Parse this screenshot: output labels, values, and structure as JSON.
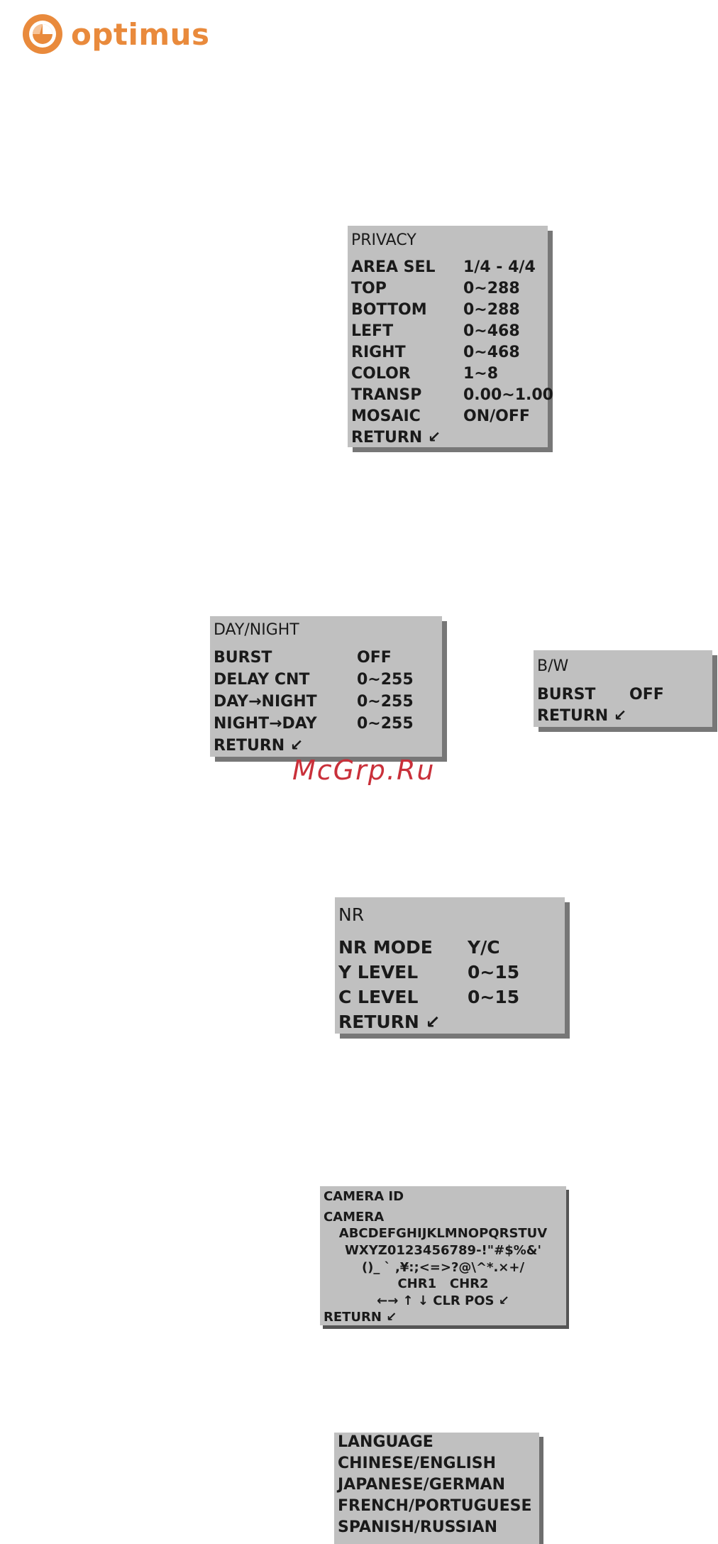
{
  "brand": {
    "name": "optimus",
    "color": "#e98a3c"
  },
  "watermark": "McGrp.Ru",
  "privacy": {
    "title": "PRIVACY",
    "rows": [
      {
        "label": "AREA SEL",
        "value": "1/4 - 4/4"
      },
      {
        "label": "TOP",
        "value": "0~288"
      },
      {
        "label": "BOTTOM",
        "value": "0~288"
      },
      {
        "label": "LEFT",
        "value": "0~468"
      },
      {
        "label": "RIGHT",
        "value": "0~468"
      },
      {
        "label": "COLOR",
        "value": "1~8"
      },
      {
        "label": "TRANSP",
        "value": "0.00~1.00"
      },
      {
        "label": "MOSAIC",
        "value": "ON/OFF"
      },
      {
        "label": "RETURN ↙",
        "value": ""
      }
    ]
  },
  "daynight": {
    "title": "DAY/NIGHT",
    "rows": [
      {
        "label": "BURST",
        "value": "OFF"
      },
      {
        "label": "DELAY CNT",
        "value": "0~255"
      },
      {
        "label": "DAY→NIGHT",
        "value": "0~255"
      },
      {
        "label": "NIGHT→DAY",
        "value": "0~255"
      },
      {
        "label": "RETURN ↙",
        "value": ""
      }
    ]
  },
  "bw": {
    "title": "B/W",
    "rows": [
      {
        "label": "BURST",
        "value": "OFF"
      },
      {
        "label": "RETURN ↙",
        "value": ""
      }
    ]
  },
  "nr": {
    "title": "NR",
    "rows": [
      {
        "label": "NR MODE",
        "value": "Y/C"
      },
      {
        "label": "Y LEVEL",
        "value": "0~15"
      },
      {
        "label": "C LEVEL",
        "value": "0~15"
      },
      {
        "label": "RETURN ↙",
        "value": ""
      }
    ]
  },
  "camera_id": {
    "title": "CAMERA ID",
    "name": "CAMERA",
    "chars": [
      "ABCDEFGHIJKLMNOPQRSTUV",
      "WXYZ0123456789-!\"#$%&'",
      "()_ ` ,¥:;<=>?@\\^*.×+/",
      "CHR1   CHR2",
      "←→ ↑ ↓ CLR POS ↙"
    ],
    "return": "RETURN ↙"
  },
  "language": {
    "title": "LANGUAGE",
    "items": [
      "CHINESE/ENGLISH",
      "JAPANESE/GERMAN",
      "FRENCH/PORTUGUESE",
      "SPANISH/RUSSIAN"
    ]
  }
}
